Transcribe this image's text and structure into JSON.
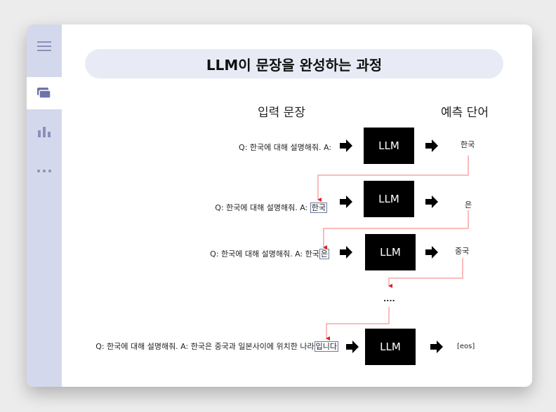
{
  "title": "LLM이 문장을 완성하는 과정",
  "headers": {
    "input": "입력 문장",
    "output": "예측 단어"
  },
  "rows": [
    {
      "prefix": "Q: 한국에 대해 설명해줘. A:",
      "highlight": "",
      "model": "LLM",
      "output": "한국"
    },
    {
      "prefix": "Q: 한국에 대해 설명해줘. A: ",
      "highlight": "한국",
      "model": "LLM",
      "output": "은"
    },
    {
      "prefix": "Q: 한국에 대해 설명해줘. A: 한국",
      "highlight": "은",
      "model": "LLM",
      "output": "중국"
    },
    {
      "prefix": "Q: 한국에 대해 설명해줘. A: 한국은 중국과 일본사이에 위치한 나라",
      "highlight": "입니다",
      "model": "LLM",
      "output": "[eos]"
    }
  ],
  "ellipsis": "....",
  "colors": {
    "connector": "#f47a7a",
    "sidebar": "#d4d8ec",
    "title_bg": "#e8ebf5"
  }
}
